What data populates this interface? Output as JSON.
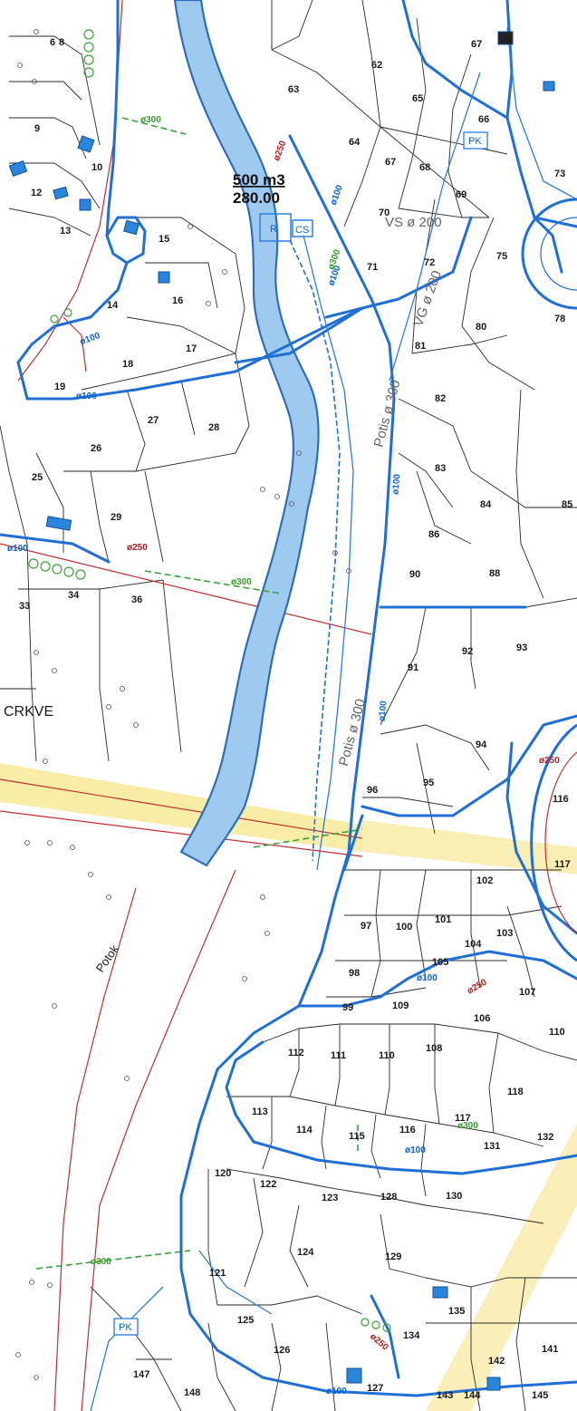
{
  "colors": {
    "river": "#9fcaf0",
    "river_edge": "#2c6fb8",
    "water_main": "#1f6fd6",
    "boundary": "#222222",
    "road": "#c03030",
    "green_pipe": "#3aa33a",
    "highlight": "#f6e58a",
    "building": "#2a86dc"
  },
  "reservoir": {
    "volume": "500 m3",
    "level": "280.00",
    "symbol_r": "R",
    "symbol_cs": "CS"
  },
  "pk_labels": [
    "PK",
    "PK"
  ],
  "place_labels": {
    "church": "CRKVE",
    "stream": "Potok"
  },
  "pipe_labels": {
    "potis_upper": "Potis ø 300",
    "potis_lower": "Potis ø 300",
    "vs_200": "VS ø 200",
    "vs_200_dot": "VG ø 200"
  },
  "main_labels": [
    "ø100",
    "ø100",
    "ø100",
    "ø100",
    "ø100",
    "ø100",
    "ø100",
    "ø100",
    "ø100",
    "ø100"
  ],
  "green_labels": [
    "ø300",
    "ø300",
    "ø300",
    "ø300",
    "ø300"
  ],
  "red_labels": [
    "ø250",
    "ø250",
    "ø250",
    "ø250",
    "ø250"
  ],
  "parcels": [
    "8",
    "62",
    "67",
    "63",
    "65",
    "66",
    "6",
    "9",
    "64",
    "67",
    "68",
    "73",
    "10",
    "12",
    "69",
    "70",
    "13",
    "75",
    "15",
    "71",
    "72",
    "14",
    "16",
    "78",
    "81",
    "80",
    "17",
    "18",
    "19",
    "82",
    "27",
    "28",
    "26",
    "83",
    "84",
    "85",
    "25",
    "29",
    "86",
    "88",
    "90",
    "34",
    "36",
    "33",
    "91",
    "92",
    "93",
    "94",
    "95",
    "96",
    "116",
    "117",
    "97",
    "100",
    "101",
    "102",
    "103",
    "98",
    "105",
    "104",
    "99",
    "109",
    "107",
    "106",
    "110",
    "112",
    "111",
    "110",
    "108",
    "113",
    "114",
    "115",
    "116",
    "117",
    "118",
    "132",
    "131",
    "120",
    "122",
    "123",
    "128",
    "130",
    "124",
    "129",
    "121",
    "125",
    "134",
    "135",
    "126",
    "142",
    "141",
    "127",
    "147",
    "148",
    "143",
    "144",
    "145"
  ]
}
